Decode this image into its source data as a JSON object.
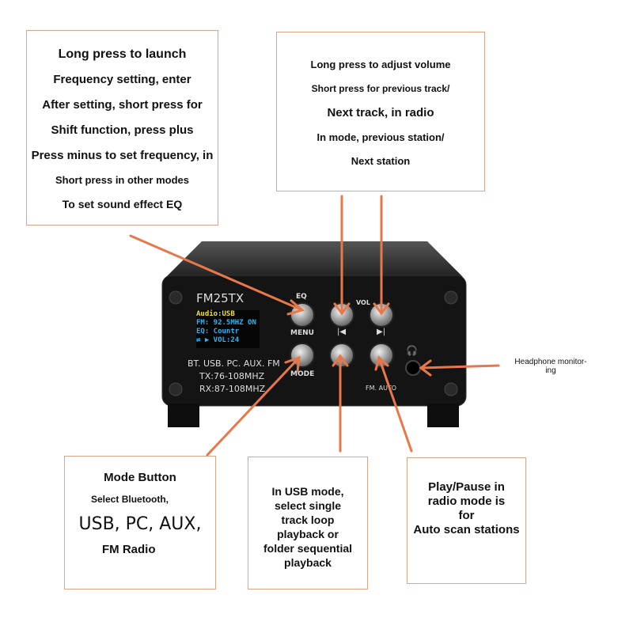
{
  "callouts": {
    "eq": [
      "Long press to launch",
      "Frequency setting, enter",
      "After setting, short press for",
      "Shift function, press plus",
      "Press minus to set frequency, in",
      "Short press in other modes",
      "To set sound effect EQ"
    ],
    "volume": [
      "Long press to adjust volume",
      "Short press for previous track/",
      "Next track, in radio",
      "In mode, previous station/",
      "Next station"
    ],
    "mode": [
      "Mode Button",
      "Select Bluetooth,",
      "USB, PC, AUX,",
      "FM Radio"
    ],
    "loop": [
      "In USB mode,",
      "select single",
      "track loop",
      "playback or",
      "folder sequential",
      "playback"
    ],
    "play": [
      "Play/Pause in",
      "radio mode is",
      "for",
      "",
      "Auto scan stations"
    ],
    "headphone": [
      "Headphone monitor-",
      "ing"
    ]
  },
  "device": {
    "model": "FM25TX",
    "oled": {
      "line1": "Audio:USB",
      "line2": "FM: 92.5MHZ ON",
      "line3": "EQ: Countr",
      "line4": "⇄ ▶  VOL:24"
    },
    "specs": [
      "BT. USB. PC. AUX. FM",
      "TX:76-108MHZ",
      "RX:87-108MHZ"
    ],
    "labels": {
      "eq": "EQ",
      "menu": "MENU",
      "mode": "MODE",
      "vol": "VOL",
      "minus": "−",
      "plus": "+",
      "prev": "|◀",
      "next": "▶|",
      "fm_auto": "FM. AUTO"
    }
  },
  "colors": {
    "arrow": "#e8784a",
    "oled_yellow": "#f2e42a",
    "oled_blue": "#29b6f6"
  }
}
